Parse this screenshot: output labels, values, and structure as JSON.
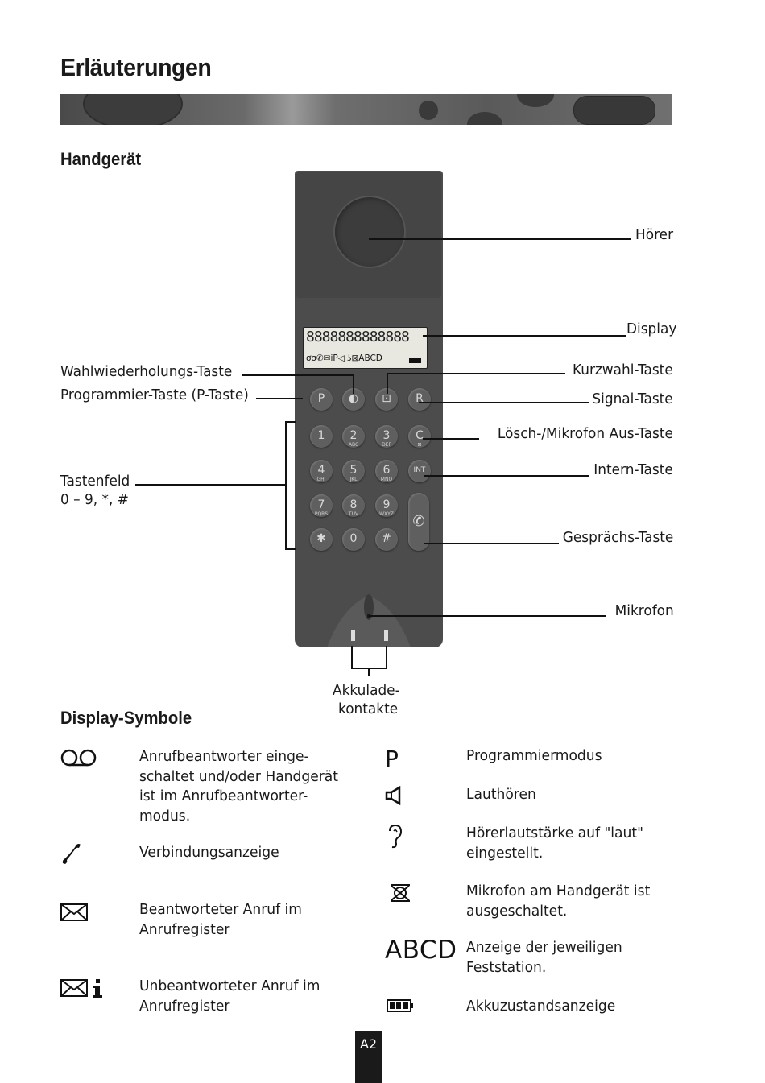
{
  "page": {
    "title": "Erläuterungen",
    "section_handset": "Handgerät",
    "section_symbols": "Display-Symbole",
    "page_number": "A2"
  },
  "phone": {
    "display_segments": "8888888888888",
    "display_icons": "ơơ✆✉iP◁ ʖ⊠ABCD",
    "keys": [
      {
        "main": "P",
        "sub": ""
      },
      {
        "main": "◐",
        "sub": ""
      },
      {
        "main": "⊡",
        "sub": ""
      },
      {
        "main": "R",
        "sub": ""
      },
      {
        "main": "1",
        "sub": ""
      },
      {
        "main": "2",
        "sub": "ABC"
      },
      {
        "main": "3",
        "sub": "DEF"
      },
      {
        "main": "C",
        "sub": "⊠"
      },
      {
        "main": "4",
        "sub": "GHI"
      },
      {
        "main": "5",
        "sub": "JKL"
      },
      {
        "main": "6",
        "sub": "MNO"
      },
      {
        "main": "INT",
        "sub": ""
      },
      {
        "main": "7",
        "sub": "PQRS"
      },
      {
        "main": "8",
        "sub": "TUV"
      },
      {
        "main": "9",
        "sub": "WXYZ"
      },
      {
        "main": "✱",
        "sub": ""
      },
      {
        "main": "0",
        "sub": ""
      },
      {
        "main": "#",
        "sub": ""
      }
    ],
    "call_key_icon": "✆"
  },
  "callouts": {
    "hoerer": "Hörer",
    "display": "Display",
    "kurzwahl": "Kurzwahl-Taste",
    "signal": "Signal-Taste",
    "loesch": "Lösch-/Mikrofon Aus-Taste",
    "intern": "Intern-Taste",
    "gespraech": "Gesprächs-Taste",
    "mikrofon": "Mikrofon",
    "wahlwiederholung": "Wahlwiederholungs-Taste",
    "programmier": "Programmier-Taste (P-Taste)",
    "tastenfeld_1": "Tastenfeld",
    "tastenfeld_2": "0 – 9, *, #",
    "akku_1": "Akkulade-",
    "akku_2": "kontakte"
  },
  "symbols_left": [
    {
      "icon_name": "answering-machine-icon",
      "icon": "ơơ",
      "lines": [
        "Anrufbeantworter einge-",
        "schaltet und/oder Handgerät",
        "ist im Anrufbeantworter-",
        "modus."
      ]
    },
    {
      "icon_name": "handset-icon",
      "icon": "✆",
      "lines": [
        "Verbindungsanzeige"
      ]
    },
    {
      "icon_name": "envelope-icon",
      "icon": "✉",
      "lines": [
        "Beantworteter Anruf im",
        "Anrufregister"
      ]
    },
    {
      "icon_name": "envelope-info-icon",
      "icon": "✉i",
      "lines": [
        "Unbeantworteter Anruf im",
        "Anrufregister"
      ]
    }
  ],
  "symbols_right": [
    {
      "icon_name": "p-icon",
      "icon": "P",
      "lines": [
        "Programmiermodus"
      ]
    },
    {
      "icon_name": "speaker-icon",
      "icon": "◁",
      "lines": [
        "Lauthören"
      ]
    },
    {
      "icon_name": "ear-icon",
      "icon": "ʖ",
      "lines": [
        "Hörerlautstärke auf \"laut\"",
        "eingestellt."
      ]
    },
    {
      "icon_name": "mic-off-icon",
      "icon": "⊠",
      "lines": [
        "Mikrofon am Handgerät ist",
        "ausgeschaltet."
      ]
    },
    {
      "icon_name": "abcd-icon",
      "icon": "ABCD",
      "lines": [
        "Anzeige der jeweiligen",
        "Feststation."
      ]
    },
    {
      "icon_name": "battery-icon",
      "icon": "▮▮▮",
      "lines": [
        "Akkuzustandsanzeige"
      ]
    }
  ]
}
